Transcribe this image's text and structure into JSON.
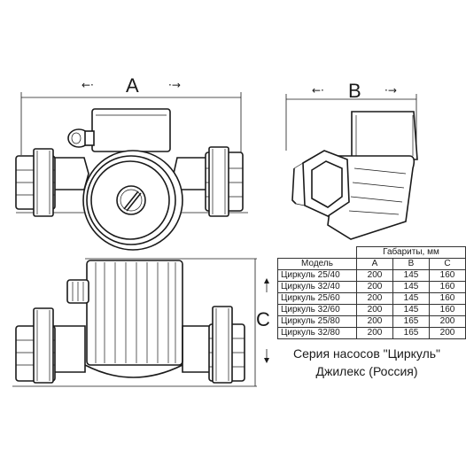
{
  "dimensions": {
    "a_label": "A",
    "b_label": "B",
    "c_label": "C",
    "left_arrow": "←·",
    "right_arrow": "·→"
  },
  "table": {
    "group_header": "Габариты, мм",
    "model_header": "Модель",
    "columns": [
      "A",
      "B",
      "C"
    ],
    "rows": [
      {
        "model": "Циркуль 25/40",
        "values": [
          "200",
          "145",
          "160"
        ]
      },
      {
        "model": "Циркуль 32/40",
        "values": [
          "200",
          "145",
          "160"
        ]
      },
      {
        "model": "Циркуль 25/60",
        "values": [
          "200",
          "145",
          "160"
        ]
      },
      {
        "model": "Циркуль 32/60",
        "values": [
          "200",
          "145",
          "160"
        ]
      },
      {
        "model": "Циркуль 25/80",
        "values": [
          "200",
          "165",
          "200"
        ]
      },
      {
        "model": "Циркуль 32/80",
        "values": [
          "200",
          "165",
          "200"
        ]
      }
    ]
  },
  "caption": {
    "line1": "Серия насосов \"Циркуль\"",
    "line2": "Джилекс (Россия)"
  }
}
